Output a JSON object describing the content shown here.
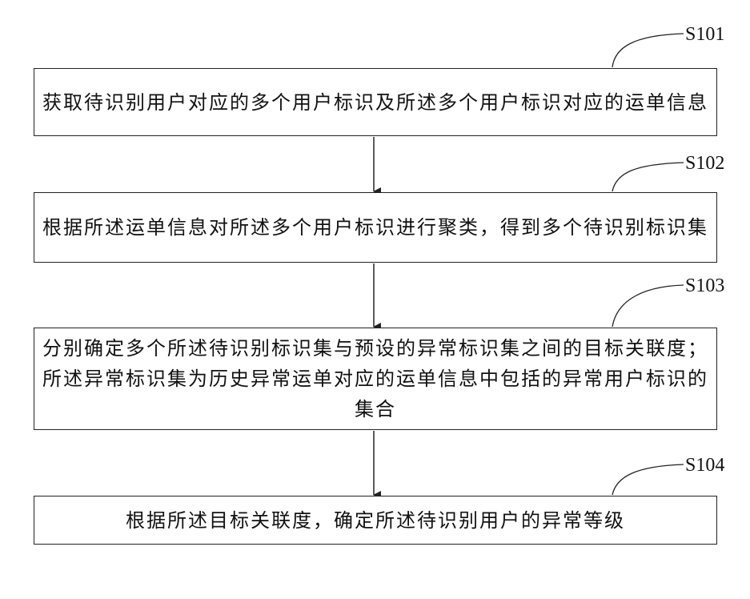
{
  "steps": [
    {
      "id": "S101",
      "text": "获取待识别用户对应的多个用户标识及所述多个用户标识对应的运单信息"
    },
    {
      "id": "S102",
      "text": "根据所述运单信息对所述多个用户标识进行聚类，得到多个待识别标识集"
    },
    {
      "id": "S103",
      "text": "分别确定多个所述待识别标识集与预设的异常标识集之间的目标关联度；所述异常标识集为历史异常运单对应的运单信息中包括的异常用户标识的集合"
    },
    {
      "id": "S104",
      "text": "根据所述目标关联度，确定所述待识别用户的异常等级"
    }
  ],
  "colors": {
    "line": "#222222",
    "text": "#111111",
    "background": "#ffffff"
  }
}
